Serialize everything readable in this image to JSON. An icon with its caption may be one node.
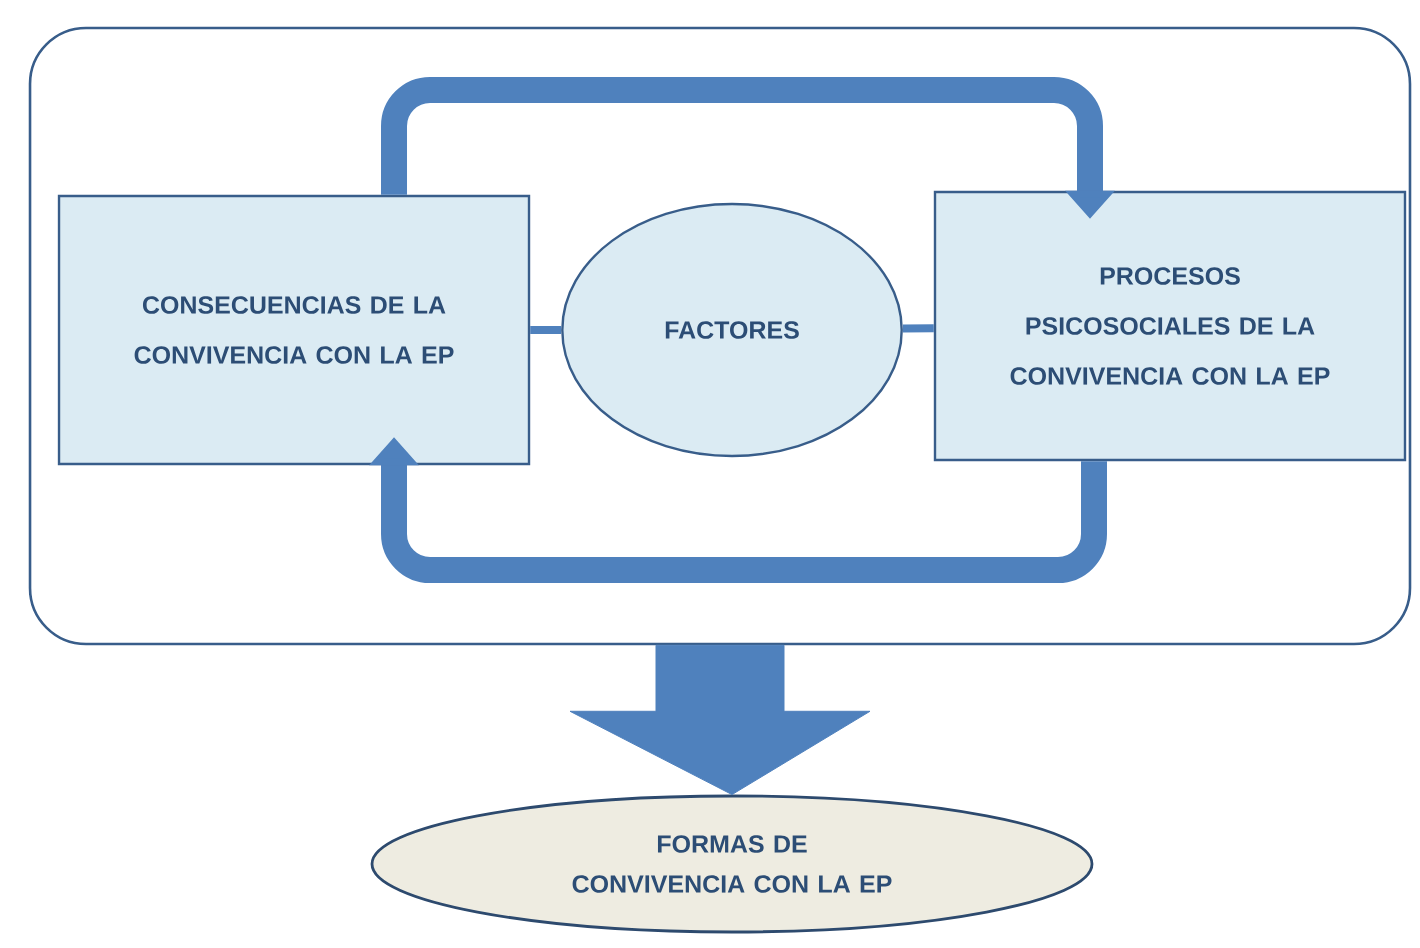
{
  "diagram": {
    "nodes": [
      {
        "text": [],
        "shape": "box"
      },
      {
        "text": [
          "CONSECUENCIAS DE LA CONVIVENCIA CON LA EP"
        ],
        "in": 0
      },
      {
        "text": [
          "FACTORES"
        ],
        "in": 0
      },
      {
        "text": [
          "PROCESOS PSICOSOCIALES DE LA CONVIVENCIA CON LA EP"
        ],
        "in": 0
      },
      {
        "text": [
          "FORMAS DE CONVIVENCIA CON LA EP"
        ]
      }
    ],
    "edges": [
      {
        "from": 1,
        "to": 3,
        "arrow": "to",
        "style": "thick"
      },
      {
        "from": 3,
        "to": 1,
        "arrow": "to",
        "style": "thick"
      },
      {
        "from": 1,
        "to": 2,
        "arrow": "none"
      },
      {
        "from": 2,
        "to": 3,
        "arrow": "none"
      },
      {
        "from": 0,
        "to": 4,
        "arrow": "to",
        "style": "thick"
      }
    ]
  }
}
